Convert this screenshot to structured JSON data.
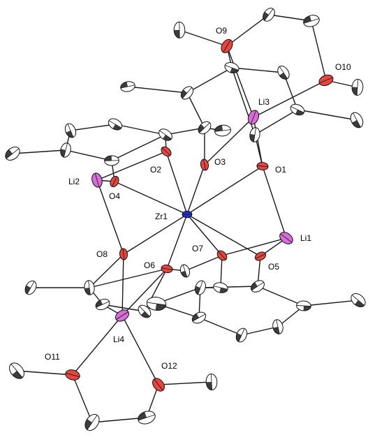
{
  "labels": {
    "Zr1": "Zr1",
    "Li1": "Li1",
    "Li2": "Li2",
    "Li3": "Li3",
    "Li4": "Li4",
    "O1": "O1",
    "O2": "O2",
    "O3": "O3",
    "O4": "O4",
    "O5": "O5",
    "O6": "O6",
    "O7": "O7",
    "O8": "O8",
    "O9": "O9",
    "O10": "O10",
    "O11": "O11",
    "O12": "O12"
  },
  "colors": {
    "carbon": "#d9d9d9",
    "oxygen": "#e8453c",
    "lithium": "#d86cd8",
    "zirconium": "#1f2fd6",
    "bond": "#1a1a1a"
  }
}
